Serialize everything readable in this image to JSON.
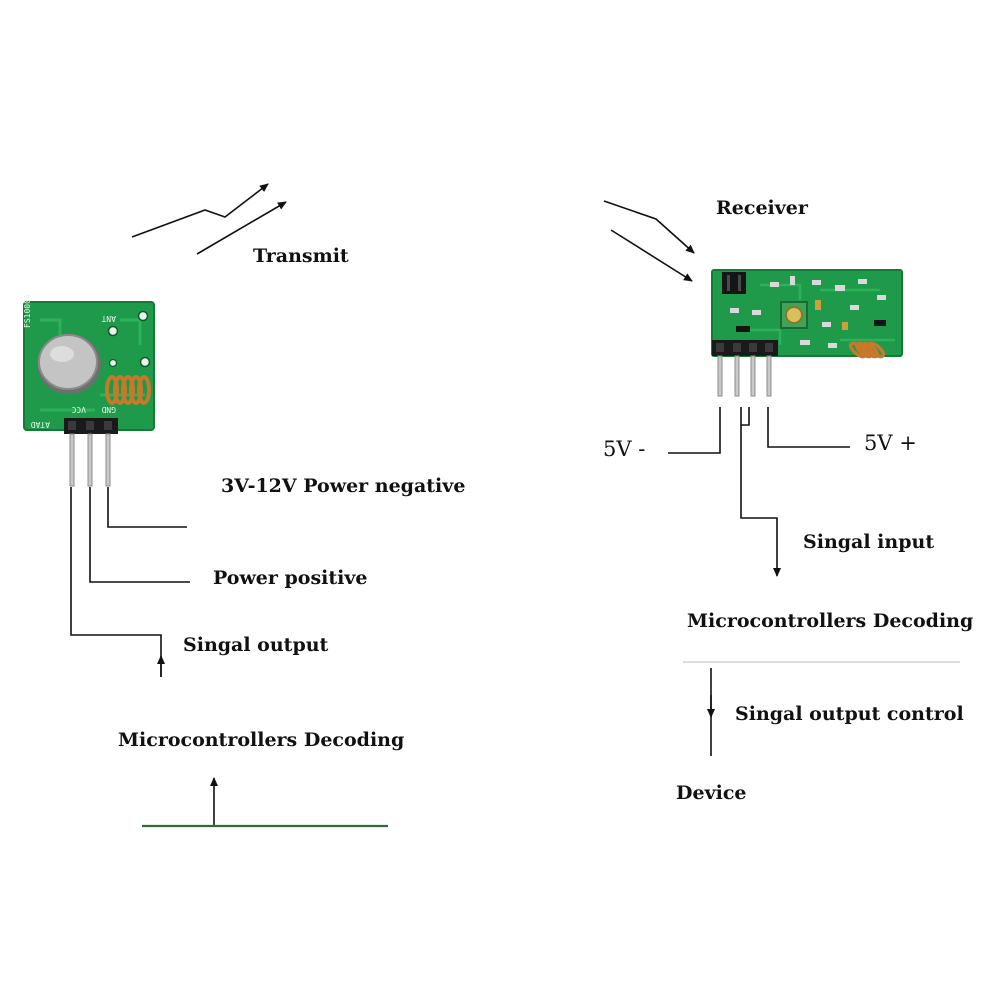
{
  "colors": {
    "pcb_green": "#1f9a4a",
    "pcb_dark": "#157a38",
    "wire": "#111111",
    "coil": "#c8782a",
    "baseline": "#2f6a3f"
  },
  "transmitter": {
    "transmit_label": "Transmit",
    "board_label": "FS1000A",
    "ant_label": "ANT",
    "pin_data": "ATAD",
    "pin_vcc": "VCC",
    "pin_gnd": "GND",
    "power_negative_label": "3V-12V Power negative",
    "power_positive_label": "Power positive",
    "signal_output_label": "Singal output",
    "decoding_label": "Microcontrollers Decoding"
  },
  "receiver": {
    "receiver_label": "Receiver",
    "v5_minus_label": "5V -",
    "v5_plus_label": "5V +",
    "signal_input_label": "Singal input",
    "decoding_label": "Microcontrollers Decoding",
    "signal_output_control_label": "Singal output control",
    "device_label": "Device"
  }
}
